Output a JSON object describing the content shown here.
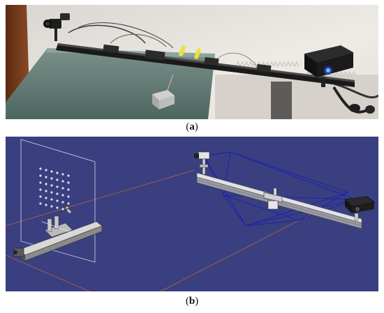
{
  "panels": [
    {
      "id": "a",
      "open": "(",
      "letter": "a",
      "close": ")"
    },
    {
      "id": "b",
      "open": "(",
      "letter": "b",
      "close": ")"
    }
  ],
  "colors": {
    "cad_background": "#3a3f80",
    "cad_grid_line": "#b8663f",
    "frustum_lines": "#1a1fb0",
    "photo_wall": "#ece9e4",
    "photo_glass_table": "#6f8780",
    "rail": "#1c1c1c",
    "yellow_parts": "#e8e23a"
  }
}
